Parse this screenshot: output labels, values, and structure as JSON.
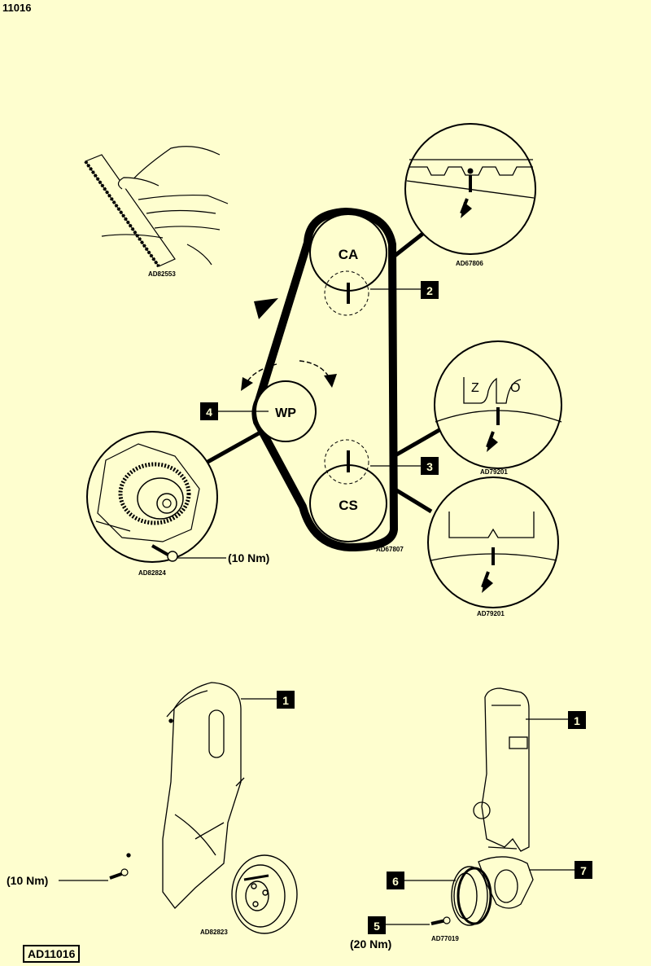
{
  "page_id": "11016",
  "footer_code": "AD11016",
  "pulleys": {
    "camshaft": "CA",
    "crankshaft": "CS",
    "water_pump": "WP"
  },
  "callouts": {
    "c1_left": "1",
    "c1_right": "1",
    "c2": "2",
    "c3": "3",
    "c4": "4",
    "c5": "5",
    "c6": "6",
    "c7": "7"
  },
  "torques": {
    "water_pump_bolt": "(10 Nm)",
    "cover_bolt": "(10 Nm)",
    "pulley_bolt": "(20 Nm)"
  },
  "figure_codes": {
    "belt_check": "AD82553",
    "cam_mark": "AD67806",
    "main_layout": "AD67807",
    "crank_mark_1": "AD79201",
    "crank_mark_2": "AD79201",
    "water_pump_detail": "AD82824",
    "left_cover": "AD82823",
    "right_cover": "AD77019"
  },
  "crank_mark_letters": {
    "left": "Z",
    "right": "O"
  }
}
